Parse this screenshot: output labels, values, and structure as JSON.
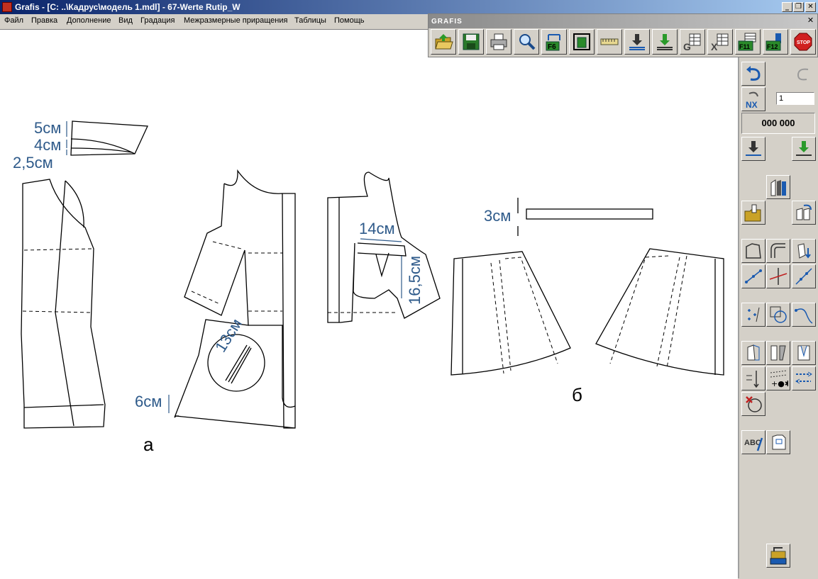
{
  "window": {
    "title": "Grafis - [C: ..\\Кадрус\\модель 1.mdl] - 67-Werte Rutip_W",
    "minimize": "_",
    "restore": "❐",
    "close": "✕"
  },
  "menu": [
    {
      "label": "Файл"
    },
    {
      "label": "Правка"
    },
    {
      "label": "Дополнение"
    },
    {
      "label": "Вид"
    },
    {
      "label": "Градация"
    },
    {
      "label": "Межразмерные приращения"
    },
    {
      "label": "Таблицы"
    },
    {
      "label": "Помощь"
    }
  ],
  "toolbar_window": {
    "title": "GRAFIS",
    "close": "✕",
    "buttons": [
      {
        "icon": "open-folder-icon"
      },
      {
        "icon": "save-disk-icon"
      },
      {
        "icon": "printer-icon"
      },
      {
        "icon": "magnifier-icon"
      },
      {
        "icon": "f6-key-icon",
        "text": "F6"
      },
      {
        "icon": "frame-icon"
      },
      {
        "icon": "measure-tape-icon"
      },
      {
        "icon": "arrow-down-icon"
      },
      {
        "icon": "green-arrow-down-icon"
      },
      {
        "icon": "g-table-icon",
        "text": "G"
      },
      {
        "icon": "x-table-icon",
        "text": "X"
      },
      {
        "icon": "f11-key-icon",
        "text": "F11"
      },
      {
        "icon": "f12-key-icon",
        "text": "F12"
      },
      {
        "icon": "stop-icon",
        "text": "STOP"
      }
    ]
  },
  "right_panel": {
    "nx_value": "1",
    "counter": "000 000"
  },
  "drawing": {
    "labels": {
      "dim_5": "5см",
      "dim_4": "4см",
      "dim_2_5": "2,5см",
      "dim_6": "6см",
      "dim_13": "13см",
      "dim_14": "14см",
      "dim_16_5": "16,5см",
      "dim_3": "3см",
      "caption_a": "а",
      "caption_b": "б"
    }
  },
  "colors": {
    "title_start": "#0a246a",
    "title_end": "#a6caf0",
    "dimension_text": "#2e5a8a",
    "chrome": "#d4d0c8"
  }
}
